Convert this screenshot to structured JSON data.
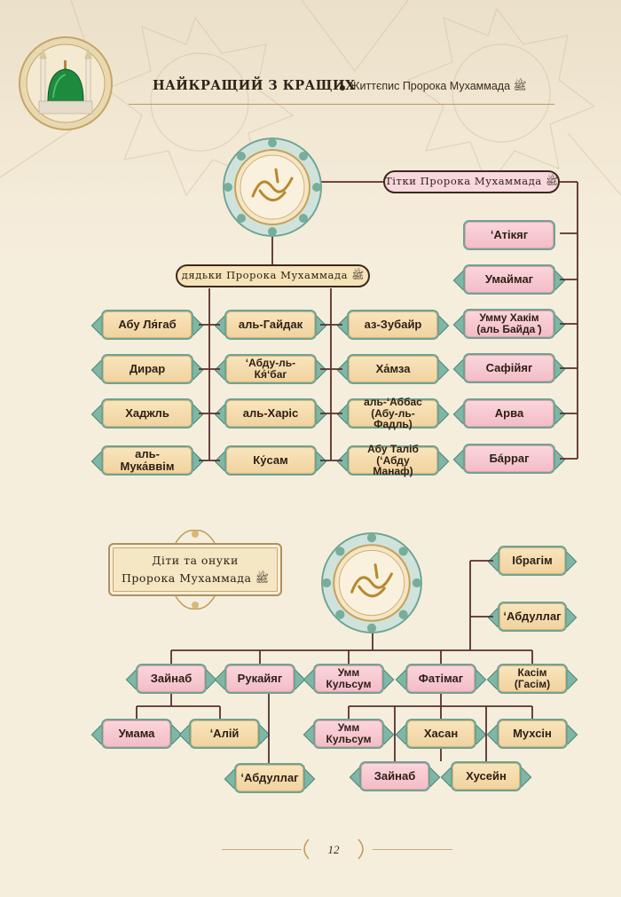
{
  "header": {
    "title": "НАЙКРАЩИЙ З КРАЩИХ",
    "subtitle": "Життєпис Пророка Мухаммада ﷺ"
  },
  "colors": {
    "teal": "#6ea493",
    "gold_node": "#f0d29e",
    "pink_node": "#f3bcc6",
    "line": "#5b2e2e",
    "background": "#f6eedd"
  },
  "medallion_icon": "calligraphy-muhammad-medallion",
  "aunts": {
    "label": "Тітки Пророка Мухаммада ﷺ",
    "items": [
      "ʻАтікяг",
      "Умаймаг",
      "Умму Хакім (аль Байда ҆)",
      "Сафійяг",
      "Арва",
      "Бáррaг"
    ]
  },
  "uncles": {
    "label": "дядьки Пророка Мухаммада ﷺ",
    "col1": [
      "Абу Ля́габ",
      "Дирар",
      "Хаджль",
      "аль-Мука́ввім"
    ],
    "col2": [
      "аль-Гайдак",
      "ʻАбду-ль-Кя́ʻбаг",
      "аль-Харіс",
      "Ку́сам"
    ],
    "col3": [
      "аз-Зубайр",
      "Ха́мза",
      "аль-ʻАббас (Абу-ль-Фадль)",
      "Абу Таліб (ʻАбду Манаф)"
    ]
  },
  "children_box": {
    "line1": "Діти та онуки",
    "line2": "Пророка Мухаммада ﷺ"
  },
  "sons_side": [
    "Ібрагім",
    "ʻАбдуллаг"
  ],
  "children": [
    "Зайнаб",
    "Рукайяг",
    "Умм Кульсум",
    "Фатімаг",
    "Касім (Гасім)"
  ],
  "grandchildren": {
    "of_zaynab": [
      "Умама",
      "ʻАлій"
    ],
    "of_ruqayya": [
      "ʻАбдуллаг"
    ],
    "of_fatima": [
      "Умм Кульсум",
      "Хасан",
      "Мухсін",
      "Зайнаб",
      "Хусейн"
    ]
  },
  "page_number": "12"
}
